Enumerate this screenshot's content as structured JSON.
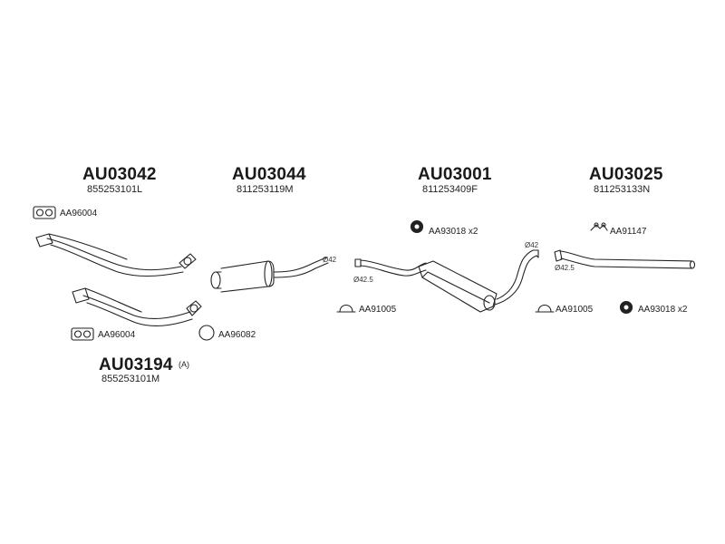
{
  "assemblies": [
    {
      "code": "AU03042",
      "oe": "855253101L"
    },
    {
      "code": "AU03044",
      "oe": "811253119M"
    },
    {
      "code": "AU03001",
      "oe": "811253409F"
    },
    {
      "code": "AU03025",
      "oe": "811253133N"
    },
    {
      "code": "AU03194",
      "oe": "855253101M",
      "suffix": "(A)"
    }
  ],
  "hardware": {
    "gasket_top": "AA96004",
    "gasket_bottom": "AA96004",
    "ring": "AA96082",
    "rubber_mount_mid": "AA93018 x2",
    "clamp_left": "AA91005",
    "clamp_right": "AA91005",
    "hanger": "AA91147",
    "rubber_mount_right": "AA93018 x2"
  },
  "diameters": {
    "d_mid_pipe_out": "Ø42",
    "d_rear_in": "Ø42.5",
    "d_rear_out": "Ø42",
    "d_tail_in": "Ø42.5"
  }
}
